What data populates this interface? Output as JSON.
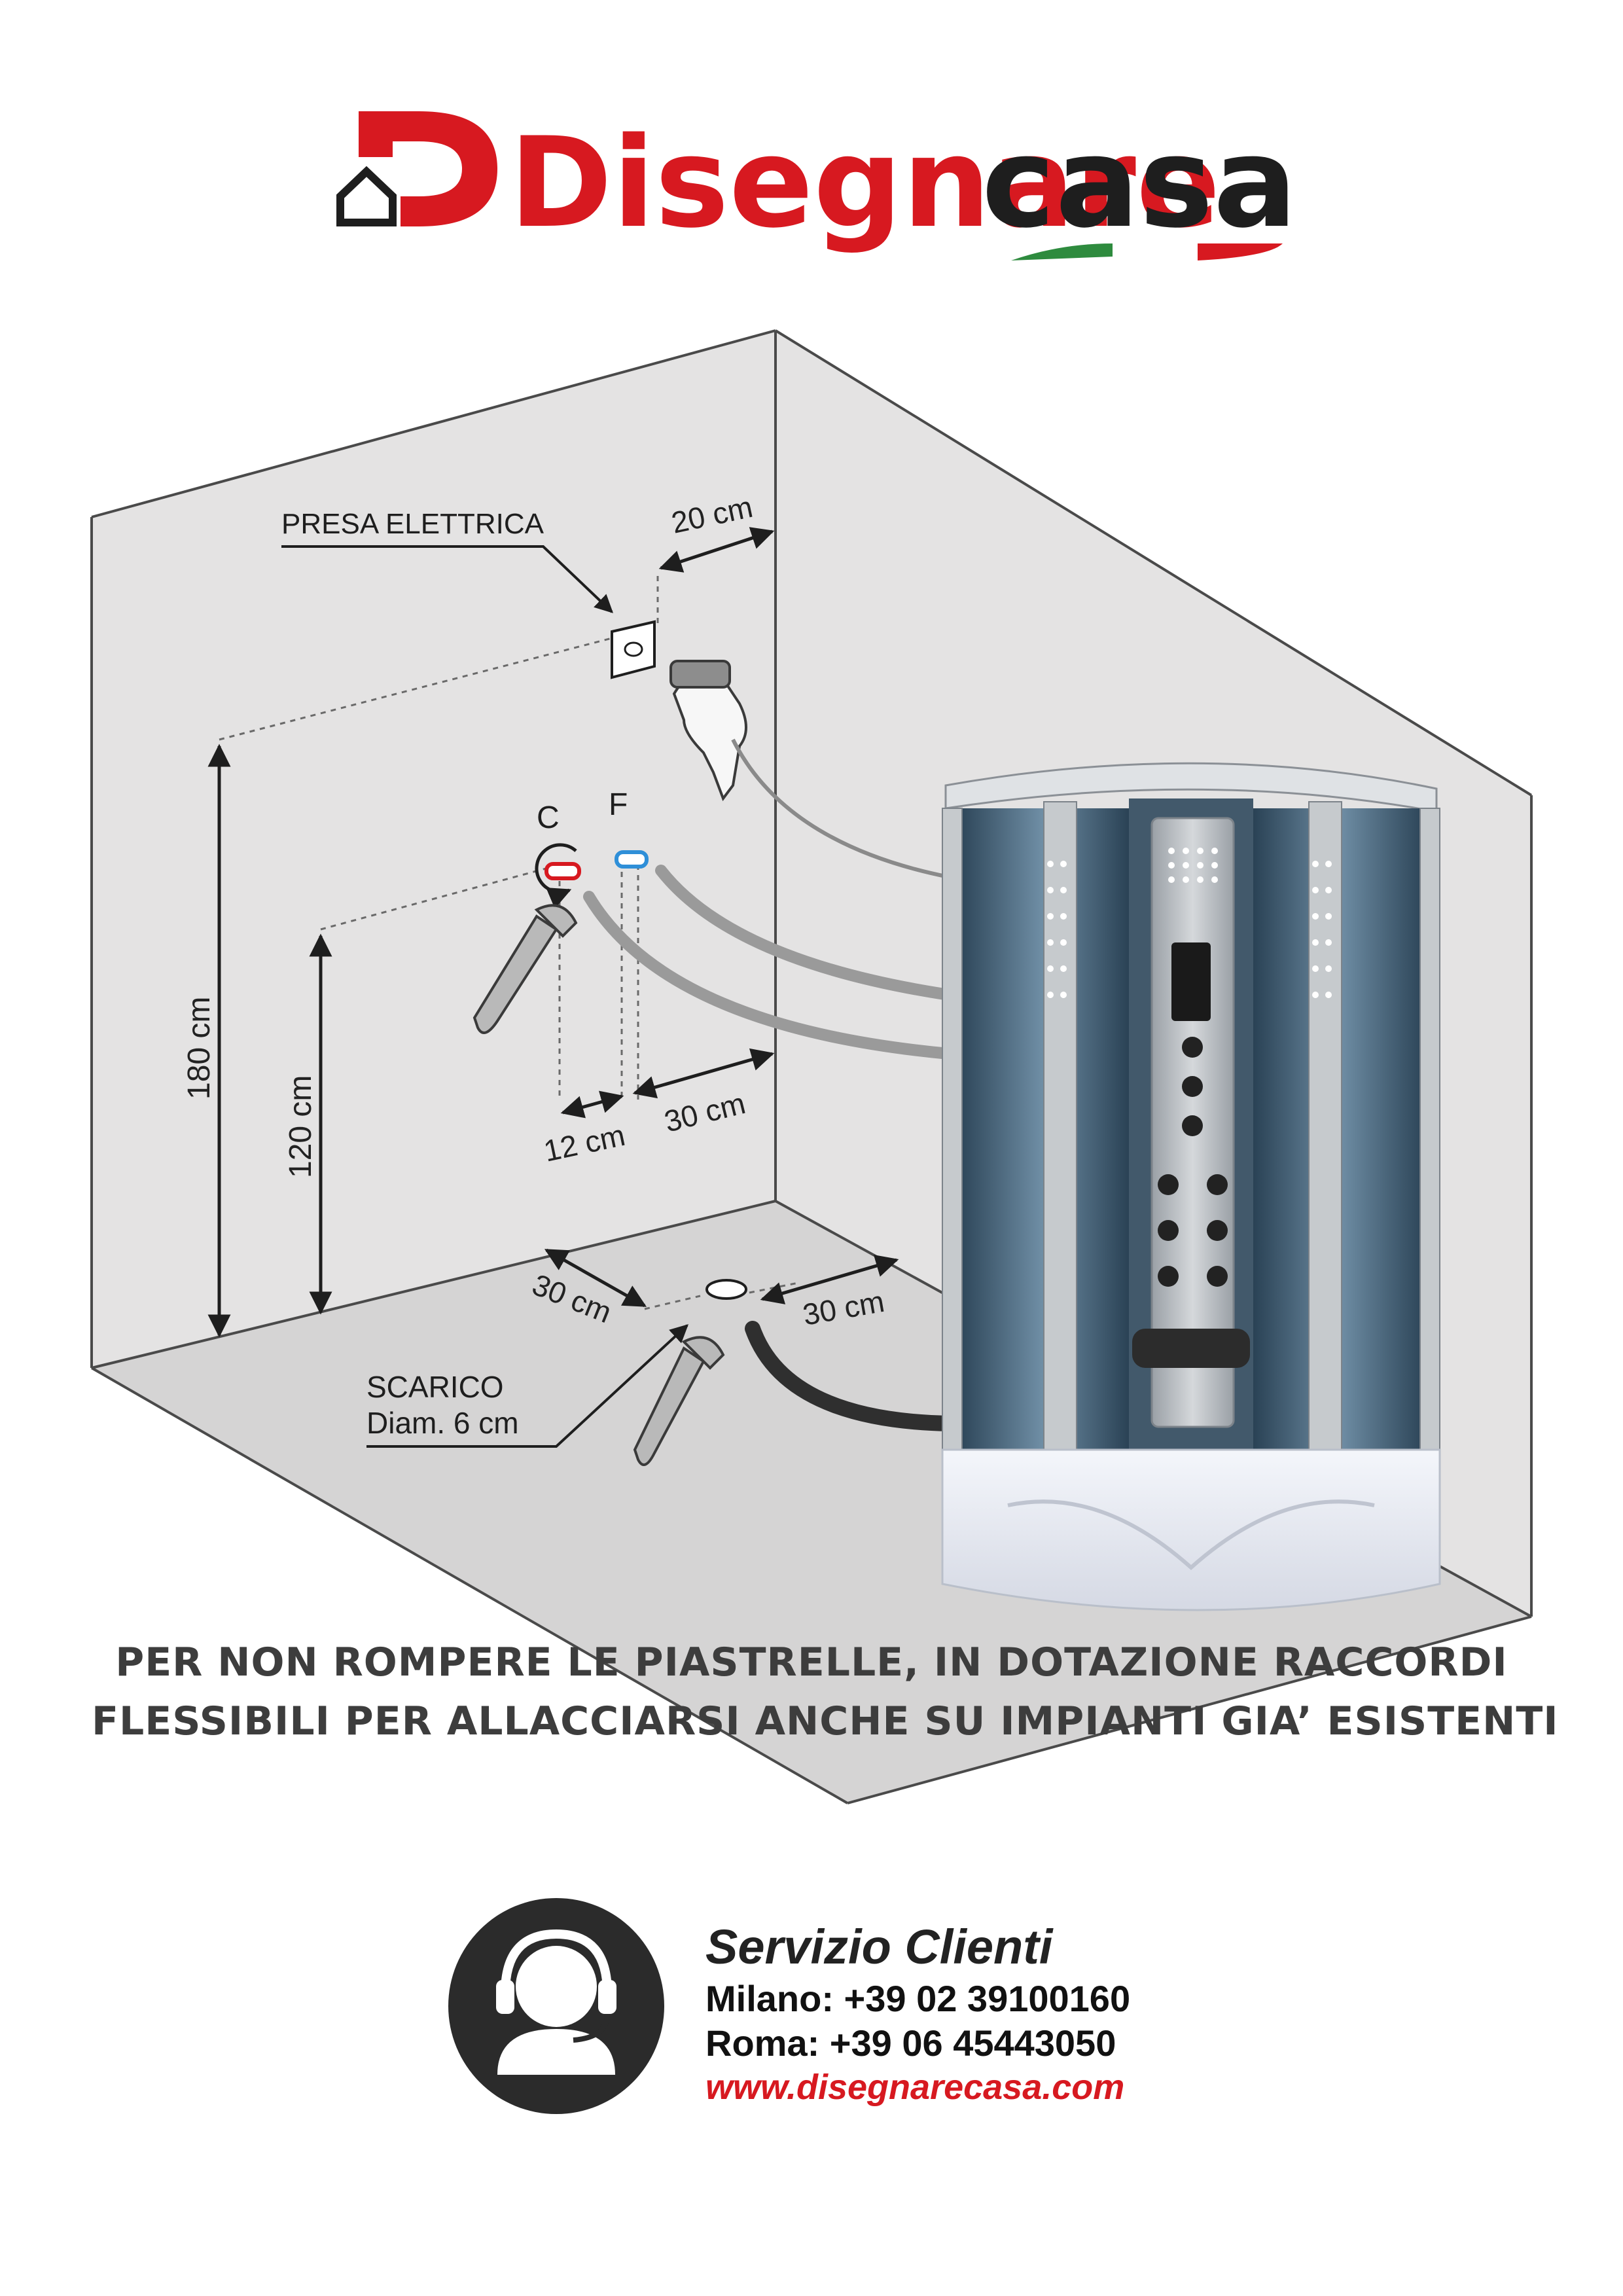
{
  "logo": {
    "brand_first": "Disegnare",
    "brand_second": "casa",
    "colors": {
      "red": "#d71920",
      "dark": "#1e1e1e",
      "green": "#2e8b3e"
    }
  },
  "diagram": {
    "labels": {
      "socket": "PRESA ELETTRICA",
      "socket_offset": "20 cm",
      "hot": "C",
      "cold": "F",
      "height_socket": "180 cm",
      "height_taps": "120 cm",
      "tap_spacing": "12 cm",
      "tap_offset": "30 cm",
      "drain_offset_left": "30 cm",
      "drain_offset_right": "30 cm",
      "drain_line1": "SCARICO",
      "drain_line2": "Diam. 6 cm"
    },
    "colors": {
      "wall": "#e4e3e3",
      "floor": "#d5d4d4",
      "edge": "#4a4a4a",
      "hot": "#d71920",
      "cold": "#2f8fd8"
    }
  },
  "notice": {
    "line1": "PER NON ROMPERE LE PIASTRELLE, IN DOTAZIONE RACCORDI",
    "line2": "FLESSIBILI PER ALLACCIARSI ANCHE SU IMPIANTI GIA’ ESISTENTI"
  },
  "service": {
    "icon": "headset-agent-icon",
    "title": "Servizio Clienti",
    "milano": "Milano: +39 02 39100160",
    "roma": "Roma: +39 06 45443050",
    "website": "www.disegnarecasa.com"
  }
}
